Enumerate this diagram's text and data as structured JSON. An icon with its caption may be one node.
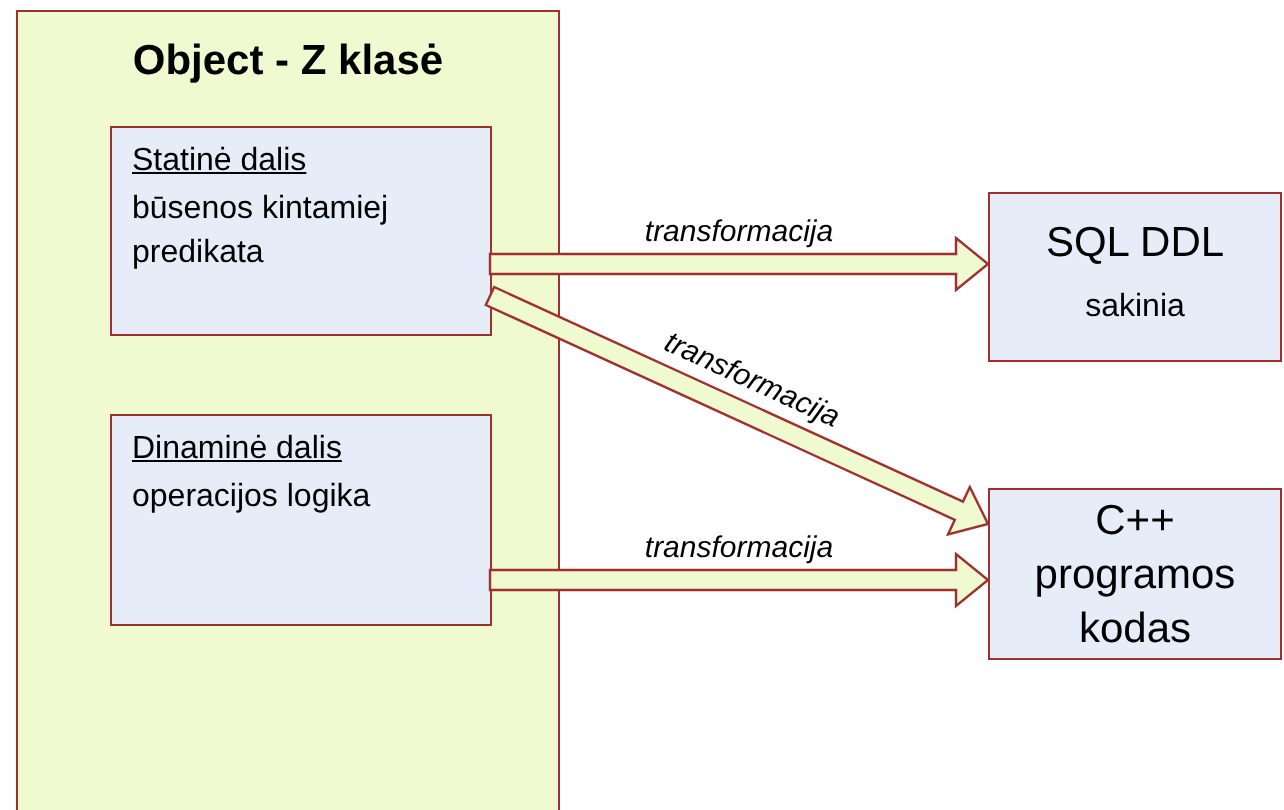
{
  "diagram": {
    "nodes": [
      {
        "text": [
          "Object - Z klasė"
        ]
      },
      {
        "text": [
          "Statinė dalis",
          "būsenos kintamiej predikata"
        ],
        "in": 0
      },
      {
        "text": [
          "Dinaminė dalis",
          "operacijos logika"
        ],
        "in": 0
      },
      {
        "text": [
          "SQL DDL",
          "sakinia"
        ]
      },
      {
        "text": [
          "C++ programos kodas"
        ]
      }
    ],
    "edges": [
      {
        "from": 1,
        "to": 3,
        "arrow": "to",
        "label": "transformacija",
        "style": "thick"
      },
      {
        "from": 1,
        "to": 4,
        "arrow": "to",
        "label": "transformacija",
        "style": "thick"
      },
      {
        "from": 2,
        "to": 4,
        "arrow": "to",
        "label": "transformacija",
        "style": "thick"
      }
    ]
  }
}
